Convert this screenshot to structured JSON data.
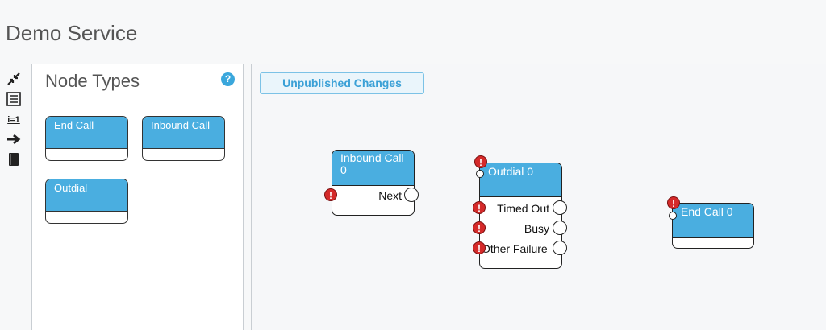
{
  "app": {
    "title": "Demo Service"
  },
  "toolbar": {
    "icons": [
      "collapse-icon",
      "list-icon",
      "numbering-icon",
      "arrow-right-icon",
      "book-icon"
    ],
    "numbering_glyph": "i=1"
  },
  "palette": {
    "title": "Node Types",
    "help_glyph": "?",
    "items": [
      "End Call",
      "Inbound Call",
      "Outdial"
    ]
  },
  "canvas": {
    "status": "Unpublished Changes",
    "error_glyph": "!",
    "nodes": {
      "inbound": {
        "title": "Inbound Call\n0",
        "ports": [
          "Next"
        ]
      },
      "outdial": {
        "title": "Outdial 0",
        "ports": [
          "Timed Out",
          "Busy",
          "Other Failure"
        ]
      },
      "endcall": {
        "title": "End Call 0"
      }
    }
  },
  "colors": {
    "node_header": "#4aaee0",
    "error": "#d42a2a",
    "accent": "#3aa7dc"
  }
}
